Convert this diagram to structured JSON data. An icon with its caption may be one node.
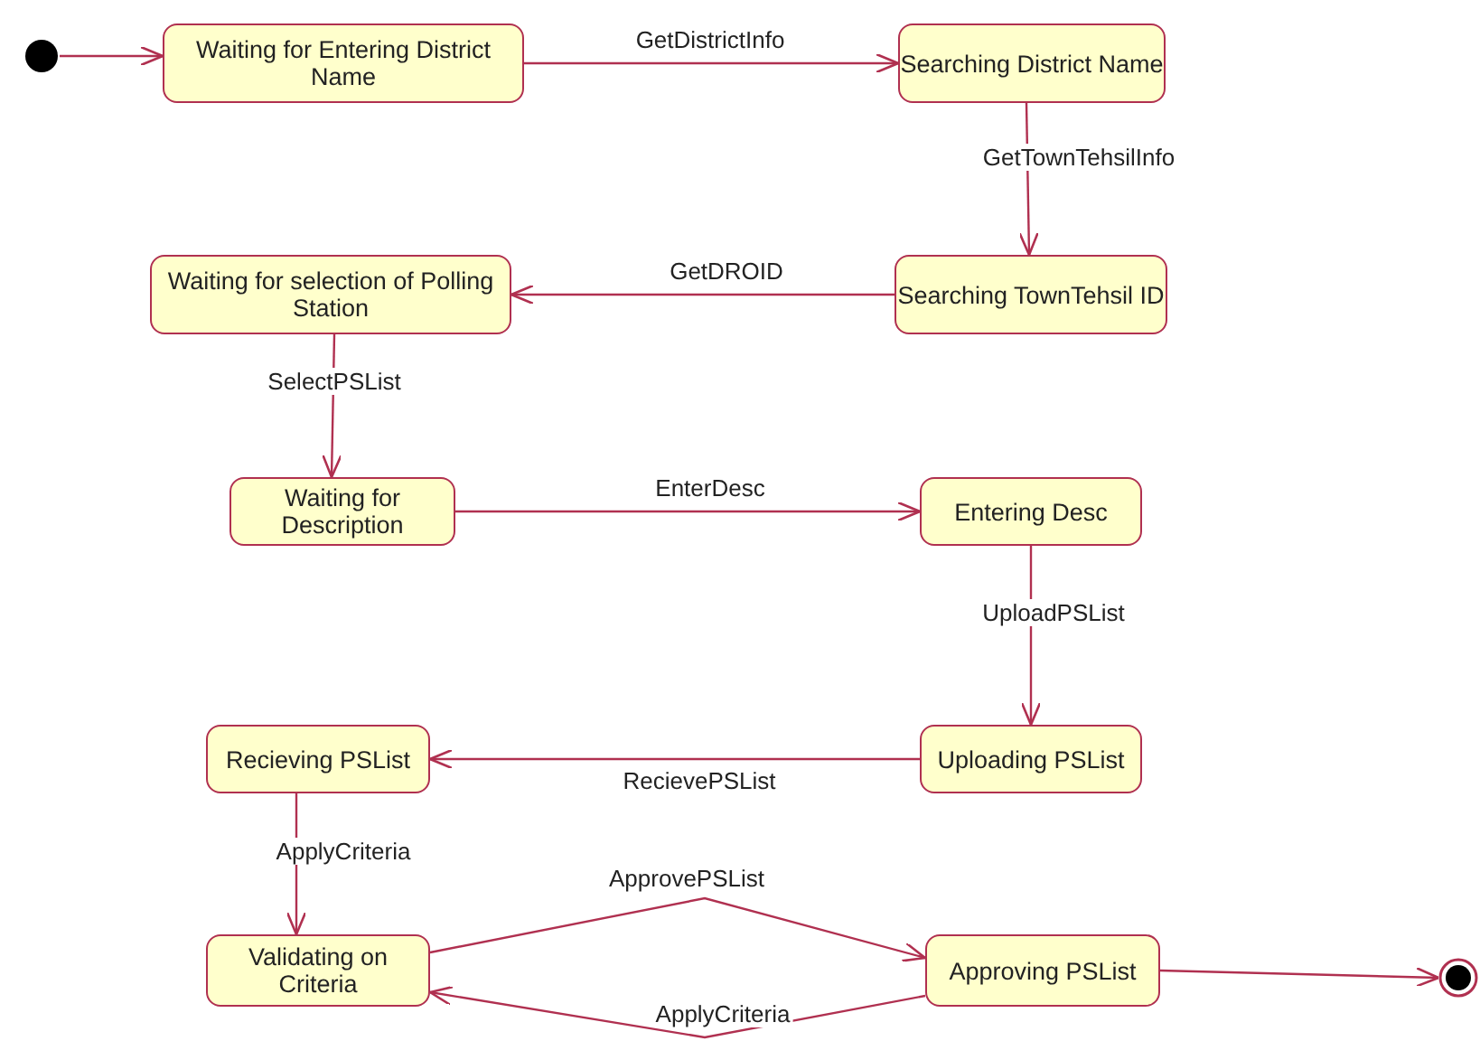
{
  "diagram": {
    "nodes": [
      {
        "text": [],
        "shape": "circle"
      },
      {
        "text": [
          "Waiting for Entering District Name"
        ]
      },
      {
        "text": [
          "Searching District Name"
        ]
      },
      {
        "text": [
          "Waiting for selection of Polling Station"
        ]
      },
      {
        "text": [
          "Searching TownTehsil ID"
        ]
      },
      {
        "text": [
          "Waiting for Description"
        ]
      },
      {
        "text": [
          "Entering Desc"
        ]
      },
      {
        "text": [
          "Recieving PSList"
        ]
      },
      {
        "text": [
          "Uploading PSList"
        ]
      },
      {
        "text": [
          "Validating on Criteria"
        ]
      },
      {
        "text": [
          "Approving PSList"
        ]
      },
      {
        "text": [],
        "shape": "circle"
      }
    ],
    "edges": [
      {
        "from": 0,
        "to": 1,
        "arrow": "to"
      },
      {
        "from": 1,
        "to": 2,
        "arrow": "to",
        "label": "GetDistrictInfo"
      },
      {
        "from": 2,
        "to": 4,
        "arrow": "to",
        "label": "GetTownTehsilInfo"
      },
      {
        "from": 4,
        "to": 3,
        "arrow": "to",
        "label": "GetDROID"
      },
      {
        "from": 3,
        "to": 5,
        "arrow": "to",
        "label": "SelectPSList"
      },
      {
        "from": 5,
        "to": 6,
        "arrow": "to",
        "label": "EnterDesc"
      },
      {
        "from": 6,
        "to": 8,
        "arrow": "to",
        "label": "UploadPSList"
      },
      {
        "from": 8,
        "to": 7,
        "arrow": "to",
        "label": "RecievePSList"
      },
      {
        "from": 7,
        "to": 9,
        "arrow": "to",
        "label": "ApplyCriteria"
      },
      {
        "from": 9,
        "to": 10,
        "arrow": "to",
        "label": "ApprovePSList"
      },
      {
        "from": 10,
        "to": 9,
        "arrow": "to",
        "label": "ApplyCriteria"
      },
      {
        "from": 10,
        "to": 11,
        "arrow": "to"
      }
    ]
  }
}
